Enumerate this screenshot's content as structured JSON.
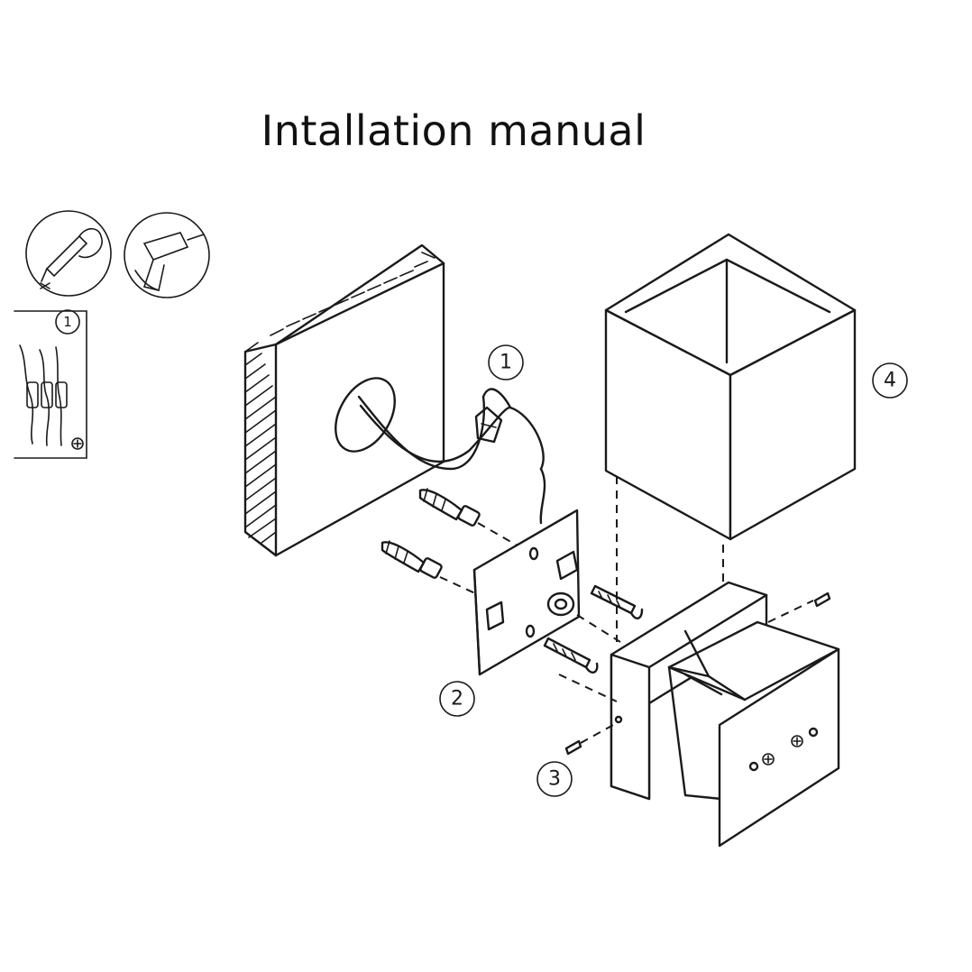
{
  "title": "Intallation manual",
  "step_labels": {
    "one": "1",
    "two": "2",
    "three": "3",
    "four": "4"
  },
  "wiring_inset": {
    "step": "1"
  },
  "colors": {
    "line": "#1a1a1a",
    "background": "#ffffff"
  }
}
